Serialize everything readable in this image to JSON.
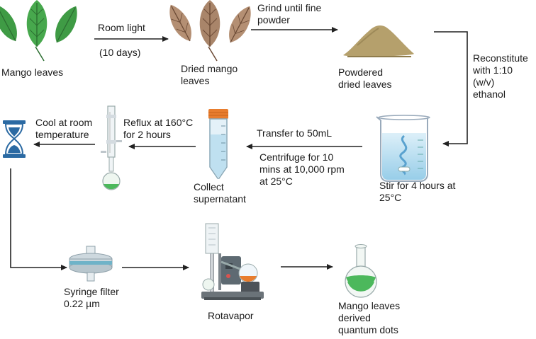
{
  "steps": {
    "mango_leaves": {
      "label": "Mango leaves"
    },
    "dried_leaves": {
      "lines": [
        "Dried mango",
        "leaves"
      ]
    },
    "powdered_leaves": {
      "lines": [
        "Powdered",
        "dried leaves"
      ]
    },
    "beaker": {
      "lines": [
        "Stir for 4 hours at",
        "25°C"
      ]
    },
    "tube": {
      "lines": [
        "Collect",
        "supernatant"
      ]
    },
    "hourglass": {},
    "reflux": {},
    "syringe_filter": {
      "lines": [
        "Syringe filter",
        "0.22 µm"
      ]
    },
    "rotavapor": {
      "label": "Rotavapor"
    },
    "quantum_dots": {
      "lines": [
        "Mango leaves",
        "derived",
        "quantum dots"
      ]
    }
  },
  "arrows": {
    "room_light": {
      "top": "Room light",
      "bottom": "(10 days)"
    },
    "grind": {
      "lines": [
        "Grind until fine",
        "powder"
      ]
    },
    "reconstitute": {
      "lines": [
        "Reconstitute",
        "with 1:10",
        "(w/v)",
        "ethanol"
      ]
    },
    "transfer": {
      "top": "Transfer to 50mL",
      "bottom_lines": [
        "Centrifuge for 10",
        "mins at 10,000 rpm",
        "at 25°C"
      ]
    },
    "reflux": {
      "lines": [
        "Reflux at 160°C",
        "for 2 hours"
      ]
    },
    "cool": {
      "lines": [
        "Cool at room",
        "temperature"
      ]
    }
  },
  "colors": {
    "leaf_green": "#3f9b45",
    "leaf_brown": "#a9856a",
    "powder": "#b5a06c",
    "tube_cap": "#e87d2e",
    "liquid_blue": "#9fd2ec",
    "hourglass": "#2b6aa3",
    "qd_green": "#4cb85c",
    "arrow": "#222222"
  }
}
